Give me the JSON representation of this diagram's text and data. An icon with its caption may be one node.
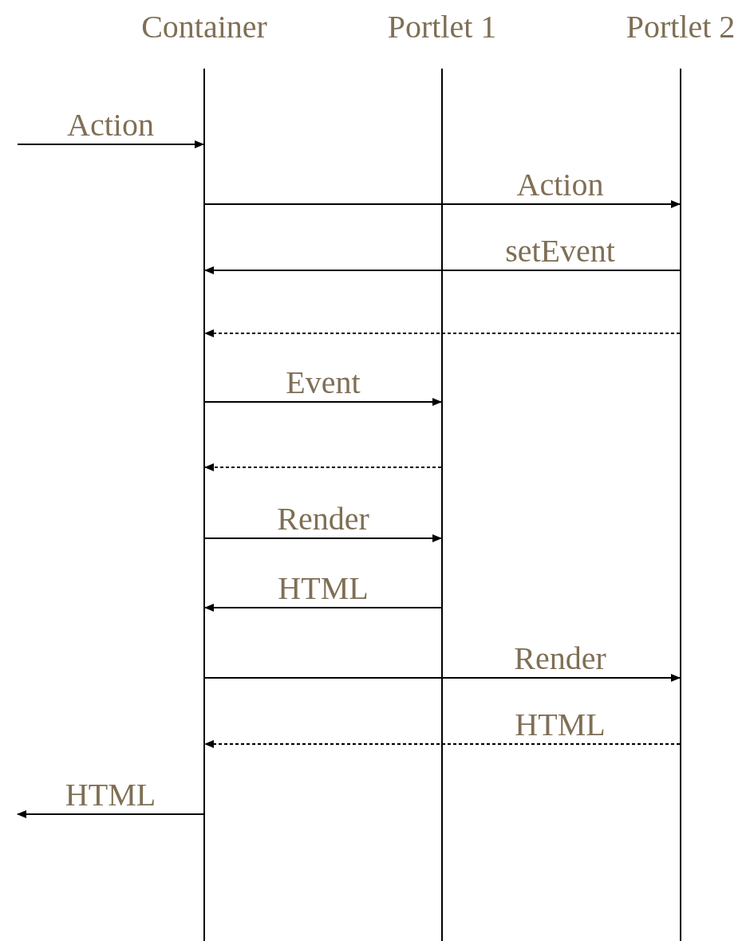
{
  "diagram": {
    "nodes": [
      {
        "text": [
          "Container"
        ]
      },
      {
        "text": [
          "Portlet 1"
        ]
      },
      {
        "text": [
          "Portlet 2"
        ]
      }
    ],
    "edges": [
      {
        "from": null,
        "to": 0,
        "arrow": "to",
        "label": "Action"
      },
      {
        "from": 0,
        "to": 2,
        "arrow": "to",
        "label": "Action"
      },
      {
        "from": 2,
        "to": 0,
        "arrow": "to",
        "label": "setEvent"
      },
      {
        "from": 2,
        "to": 0,
        "arrow": "to",
        "style": "dashed"
      },
      {
        "from": 0,
        "to": 1,
        "arrow": "to",
        "label": "Event"
      },
      {
        "from": 1,
        "to": 0,
        "arrow": "to",
        "style": "dashed"
      },
      {
        "from": 0,
        "to": 1,
        "arrow": "to",
        "label": "Render"
      },
      {
        "from": 1,
        "to": 0,
        "arrow": "to",
        "label": "HTML"
      },
      {
        "from": 0,
        "to": 2,
        "arrow": "to",
        "label": "Render"
      },
      {
        "from": 2,
        "to": 0,
        "arrow": "to",
        "label": "HTML",
        "style": "dashed"
      },
      {
        "from": 0,
        "to": null,
        "arrow": "to",
        "label": "HTML"
      }
    ]
  }
}
